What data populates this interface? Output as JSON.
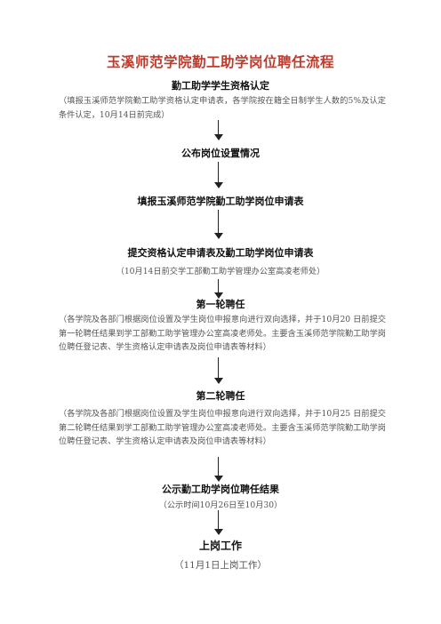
{
  "title": "玉溪师范学院勤工助学岗位聘任流程",
  "steps": [
    {
      "heading": "勤工助学学生资格认定",
      "note": "（填报玉溪师范学院勤工助学资格认定申请表，各学院按在籍全日制学生人数的5%及认定条件认定，10月14日前完成）"
    },
    {
      "heading": "公布岗位设置情况"
    },
    {
      "heading": "填报玉溪师范学院勤工助学岗位申请表"
    },
    {
      "heading": "提交资格认定申请表及勤工助学岗位申请表",
      "note": "（10月14日前交学工部勤工助学管理办公室高凌老师处）"
    },
    {
      "heading": "第一轮聘任",
      "note": "（各学院及各部门根据岗位设置及学生岗位申报意向进行双向选择，并于10月20 日前提交第一轮聘任结果到学工部勤工助学管理办公室高凌老师处。主要含玉溪师范学院勤工助学岗位聘任登记表、学生资格认定申请表及岗位申请表等材料）"
    },
    {
      "heading": "第二轮聘任",
      "note": "（各学院及各部门根据岗位设置及学生岗位申报意向进行双向选择，并于10月25 日前提交第二轮聘任结果到学工部勤工助学管理办公室高凌老师处。主要含玉溪师范学院勤工助学岗位聘任登记表、学生资格认定申请表及岗位申请表等材料）"
    },
    {
      "heading": "公示勤工助学岗位聘任结果",
      "note": "（公示时间10月26日至10月30）"
    },
    {
      "heading": "上岗工作",
      "note": "（11月1日上岗工作）"
    }
  ]
}
